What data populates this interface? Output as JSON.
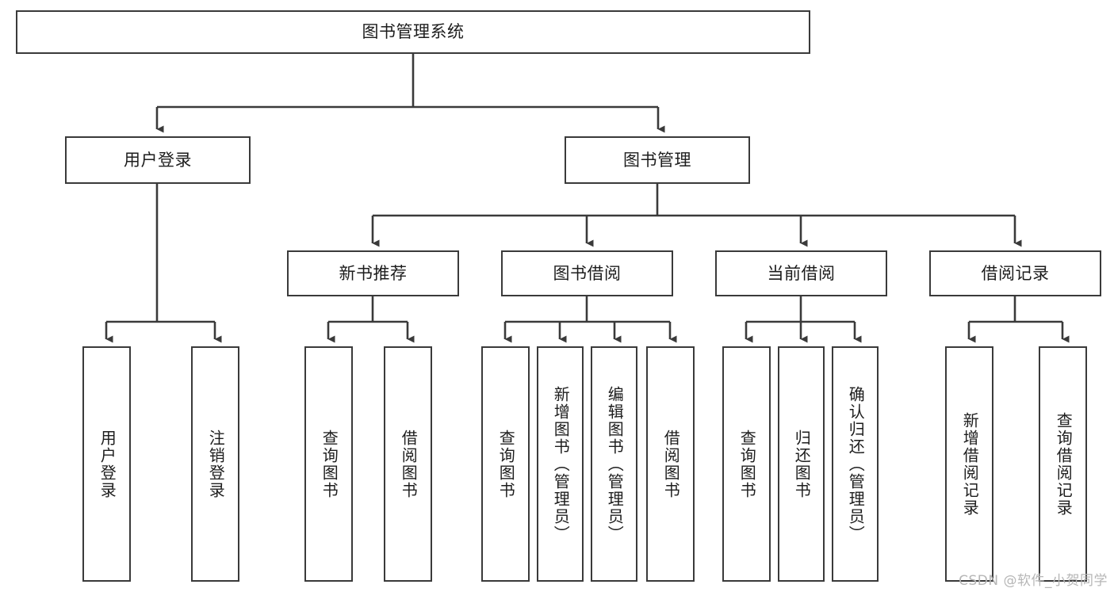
{
  "diagram": {
    "type": "tree",
    "title": "图书管理系统",
    "background_color": "#ffffff",
    "line_color": "#3a3a3a",
    "text_color": "#1d1d1d",
    "watermark": "CSDN @软件_小贺同学",
    "root": {
      "label": "图书管理系统"
    },
    "level1": [
      {
        "label": "用户登录"
      },
      {
        "label": "图书管理"
      }
    ],
    "level2": [
      {
        "label": "新书推荐"
      },
      {
        "label": "图书借阅"
      },
      {
        "label": "当前借阅"
      },
      {
        "label": "借阅记录"
      }
    ],
    "leaves": {
      "user_login": [
        {
          "label": "用户登录"
        },
        {
          "label": "注销登录"
        }
      ],
      "new_book_recommend": [
        {
          "label": "查询图书"
        },
        {
          "label": "借阅图书"
        }
      ],
      "book_borrow": [
        {
          "label": "查询图书"
        },
        {
          "label": "新增图书（管理员）"
        },
        {
          "label": "编辑图书（管理员）"
        },
        {
          "label": "借阅图书"
        }
      ],
      "current_borrow": [
        {
          "label": "查询图书"
        },
        {
          "label": "归还图书"
        },
        {
          "label": "确认归还（管理员）"
        }
      ],
      "borrow_record": [
        {
          "label": "新增借阅记录"
        },
        {
          "label": "查询借阅记录"
        }
      ]
    }
  }
}
